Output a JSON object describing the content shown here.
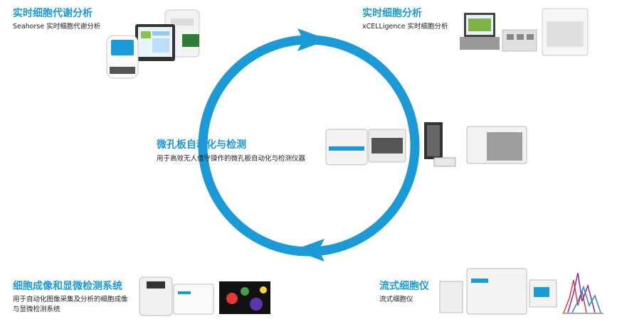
{
  "colors": {
    "accent": "#1a9ad6",
    "ring": "#1a9ad6",
    "text": "#222222"
  },
  "sections": {
    "metabolism": {
      "title": "实时细胞代谢分析",
      "subtitle": "Seahorse 实时细胞代谢分析"
    },
    "realtime": {
      "title": "实时细胞分析",
      "subtitle": "xCELLigence 实时细胞分析"
    },
    "microplate": {
      "title": "微孔板自动化与检测",
      "subtitle": "用于高效无人值守操作的微孔板自动化与检测仪器"
    },
    "imaging": {
      "title": "细胞成像和显微检测系统",
      "subtitle_line1": "用于自动化图像采集及分析的细胞成像",
      "subtitle_line2": "与显微检测系统"
    },
    "flow": {
      "title": "流式细胞仪",
      "subtitle": "流式细胞仪"
    }
  }
}
